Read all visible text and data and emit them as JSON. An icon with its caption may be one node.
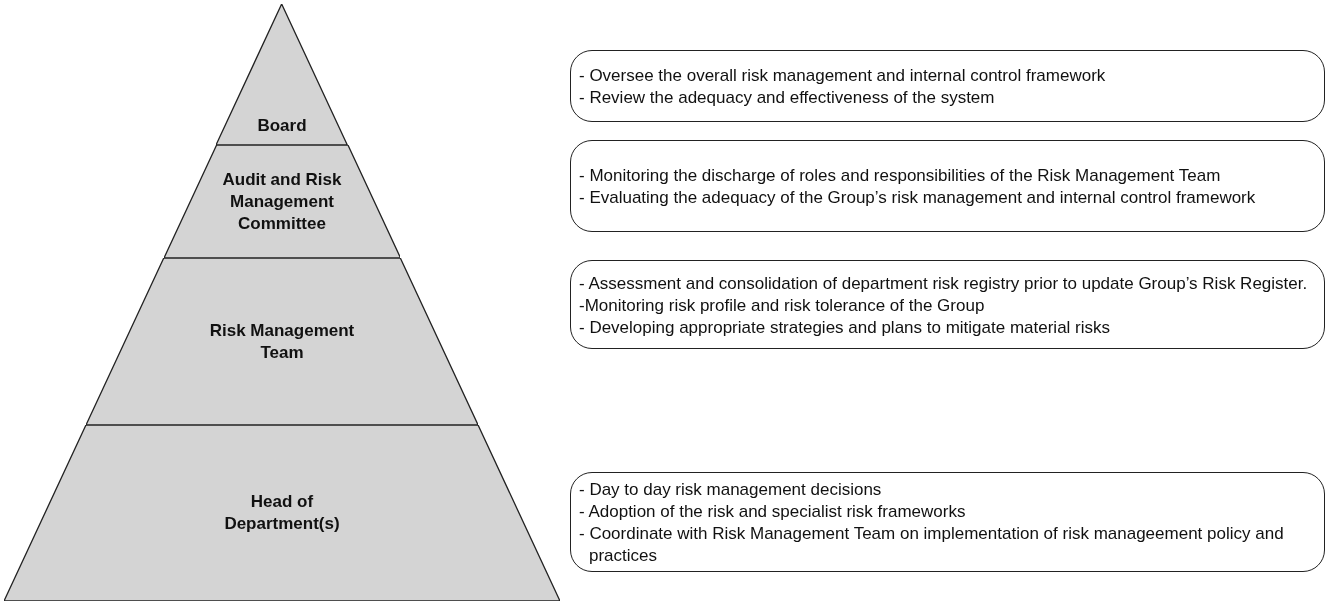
{
  "diagram": {
    "nodes": [
      {
        "text": [
          "Board"
        ]
      },
      {
        "text": [
          "Audit and Risk Management Committee"
        ]
      },
      {
        "text": [
          "Risk Management Team"
        ]
      },
      {
        "text": [
          "Head of Department(s)"
        ]
      },
      {
        "text": [
          "- Oversee the overall risk management and internal control framework",
          "- Review the adequacy and effectiveness of the system"
        ]
      },
      {
        "text": [
          "- Monitoring the discharge of roles and responsibilities of the Risk Management Team",
          "- Evaluating the adequacy of the Group’s risk management and internal control framework"
        ]
      },
      {
        "text": [
          "- Assessment and consolidation of department risk registry prior to update Group’s Risk Register.",
          "-Monitoring risk profile and risk tolerance of the Group",
          "- Developing appropriate strategies and plans to mitigate material risks"
        ]
      },
      {
        "text": [
          "- Day to day risk management decisions",
          "- Adoption of the risk and specialist risk frameworks",
          "- Coordinate with Risk Management Team on implementation of risk manageement policy and practices"
        ]
      }
    ],
    "edges": []
  }
}
